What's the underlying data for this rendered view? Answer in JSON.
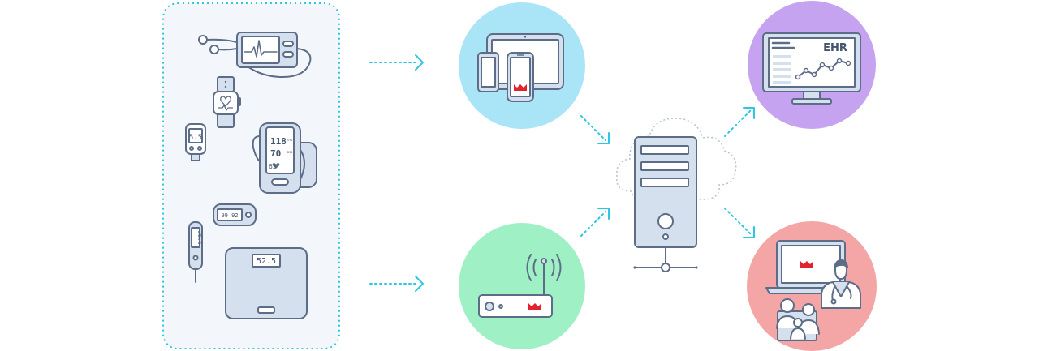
{
  "colors": {
    "outline": "#5d6d87",
    "fill": "#d5e0ee",
    "accent_cyan": "#2dc6e3",
    "brand_red": "#e1232e",
    "circle_mobile": "#a9e5f6",
    "circle_gateway": "#9ff0c4",
    "circle_ehr": "#c6a3f1",
    "circle_doctor": "#f4a5a5",
    "device_panel_bg": "#f3f7fc"
  },
  "devices": {
    "glucometer_reading": "5.5",
    "bp_systolic": "118",
    "bp_diastolic": "70",
    "bp_pulse": "65",
    "bp_sys_unit": "SYS",
    "bp_dia_unit": "DIA",
    "oximeter_reading": "99 92",
    "thermometer_reading": "36.6",
    "scale_reading": "52.5"
  },
  "ehr": {
    "label": "EHR"
  },
  "icons": [
    "ecg-monitor-icon",
    "smartwatch-icon",
    "glucometer-icon",
    "blood-pressure-monitor-icon",
    "pulse-oximeter-icon",
    "thermometer-icon",
    "weight-scale-icon",
    "tablet-icon",
    "smartphone-icon",
    "router-icon",
    "server-icon",
    "cloud-icon",
    "ehr-monitor-icon",
    "doctor-icon",
    "patient-icon"
  ]
}
